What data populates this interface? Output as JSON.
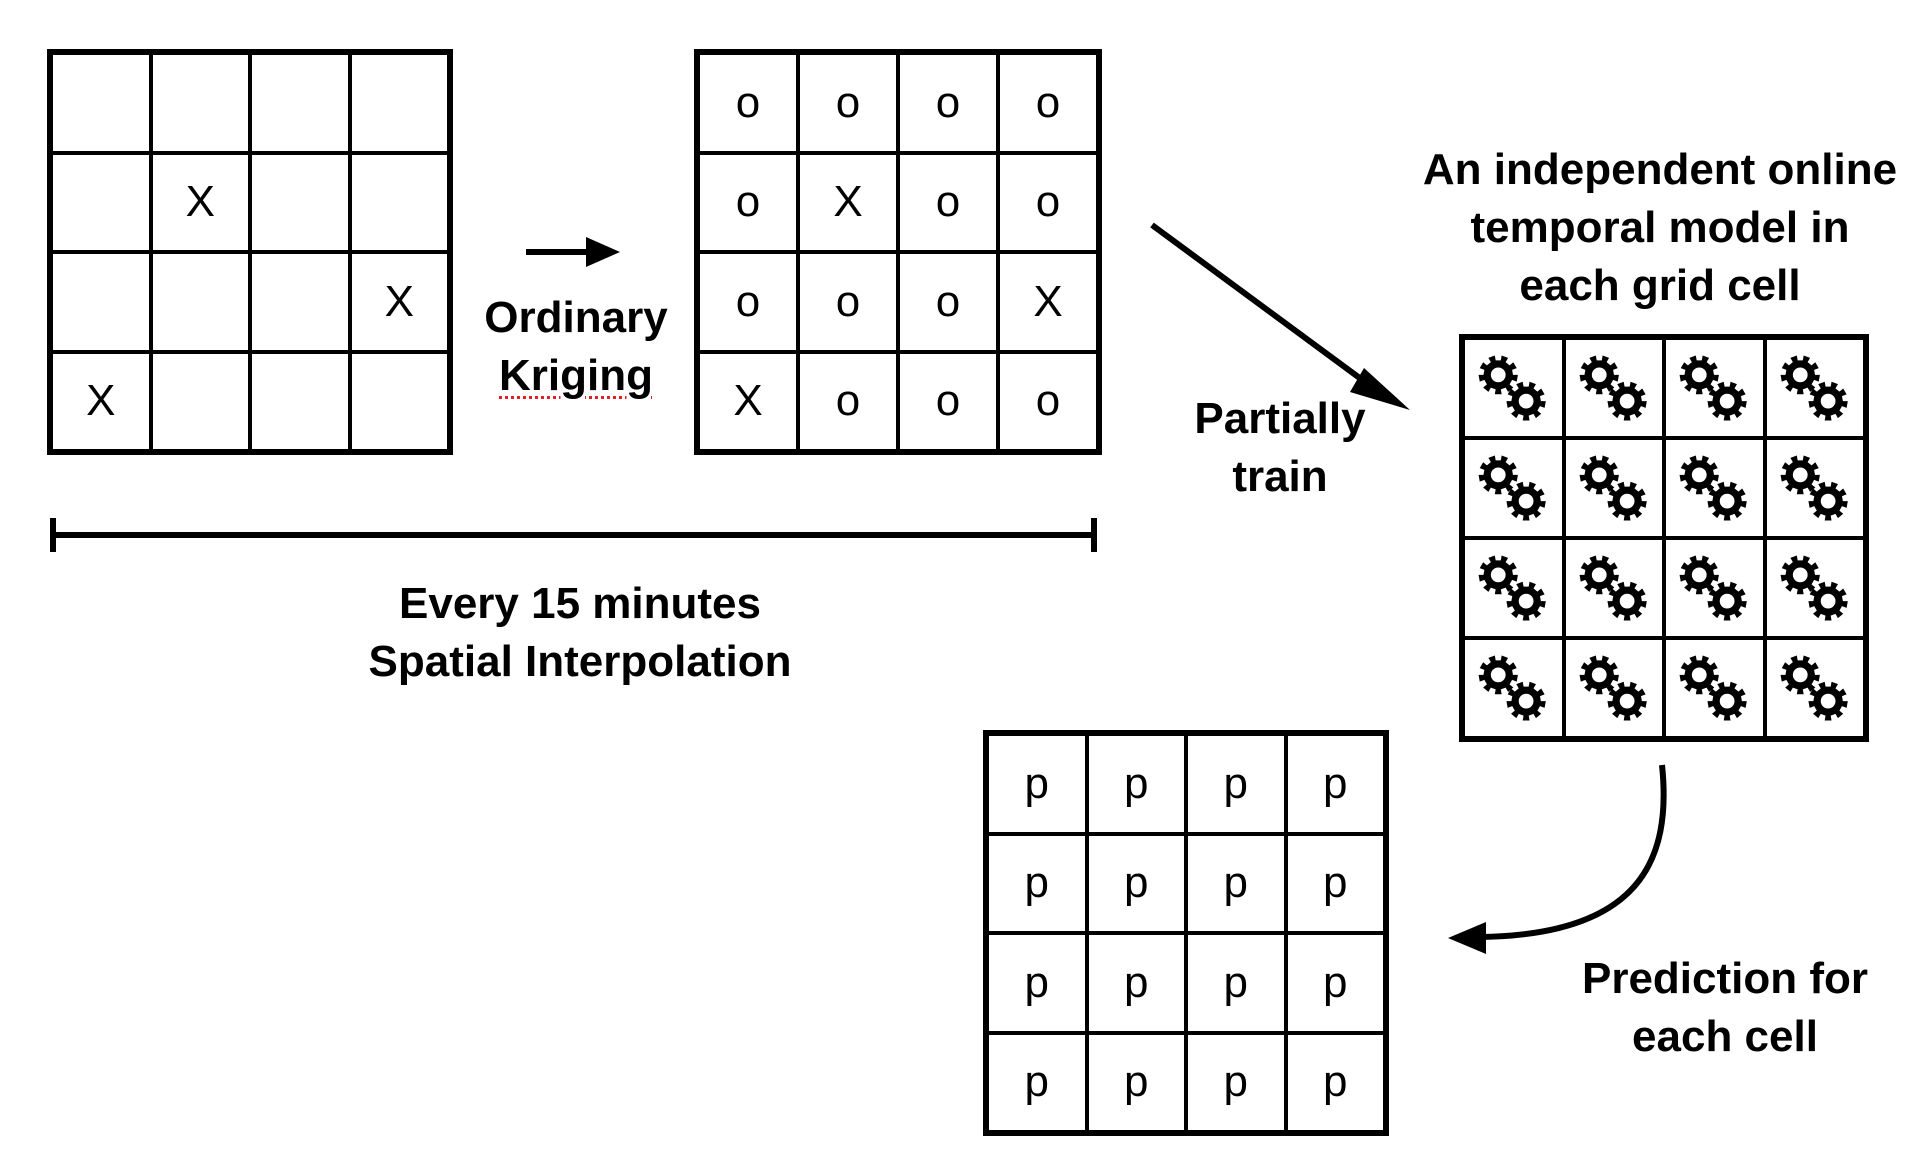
{
  "grid_input": {
    "cells": [
      "",
      "",
      "",
      "",
      "",
      "X",
      "",
      "",
      "",
      "",
      "",
      "X",
      "X",
      "",
      "",
      ""
    ]
  },
  "grid_kriged": {
    "cells": [
      "o",
      "o",
      "o",
      "o",
      "o",
      "X",
      "o",
      "o",
      "o",
      "o",
      "o",
      "X",
      "X",
      "o",
      "o",
      "o"
    ]
  },
  "grid_prediction": {
    "cells": [
      "p",
      "p",
      "p",
      "p",
      "p",
      "p",
      "p",
      "p",
      "p",
      "p",
      "p",
      "p",
      "p",
      "p",
      "p",
      "p"
    ]
  },
  "grid_models": {
    "cell_icon": "gears-icon",
    "count": 16
  },
  "labels": {
    "kriging": [
      "Ordinary",
      "Kriging"
    ],
    "interval": [
      "Every 15 minutes",
      "Spatial Interpolation"
    ],
    "partially_train": [
      "Partially",
      "train"
    ],
    "model": [
      "An independent online",
      "temporal model in",
      "each grid cell"
    ],
    "prediction": [
      "Prediction for",
      "each cell"
    ]
  }
}
